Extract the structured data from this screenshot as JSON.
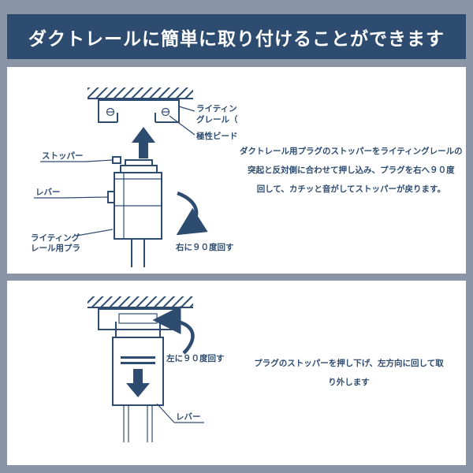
{
  "header": {
    "title": "ダクトレールに簡単に取り付けることができます"
  },
  "colors": {
    "background": "#8a96a7",
    "header_bg": "#2e4c70",
    "ink": "#2e4c70",
    "panel_bg": "#ffffff"
  },
  "attach": {
    "labels": {
      "rail_1": "ライティン",
      "rail_2": "グレール（",
      "bead": "極性ビード",
      "stopper": "ストッパー",
      "lever": "レバー",
      "plug_1": "ライティング",
      "plug_2": "レール用プラ",
      "rotate": "右に９０度回す"
    },
    "instruction": [
      "ダクトレール用プラグのストッパーをライティングレールの",
      "突起と反対側に合わせて押し込み、プラグを右へ９０度",
      "回して、カチッと音がしてストッパーが戻ります。"
    ]
  },
  "detach": {
    "labels": {
      "rotate": "左に９０度回す",
      "lever": "レバー"
    },
    "instruction": [
      "プラグのストッパーを押し下げ、左方向に回して取",
      "り外します"
    ]
  }
}
